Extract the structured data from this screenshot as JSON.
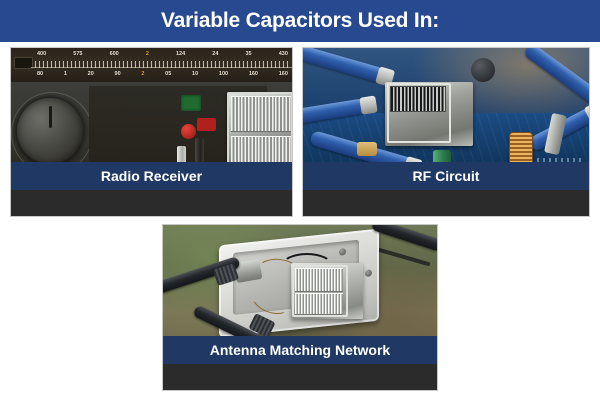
{
  "header": {
    "title": "Variable Capacitors Used In:",
    "background_color": "#26498f",
    "text_color": "#ffffff"
  },
  "theme": {
    "page_background": "#ffffff",
    "caption_background": "#1f3864",
    "caption_text_color": "#ffffff",
    "panel_border_color": "#c8c8c8"
  },
  "panels": [
    {
      "id": "radio-receiver",
      "caption": "Radio Receiver",
      "photo_description": "Vintage radio receiver chassis with illuminated tuning dial scale, large tuning knob and an air-gap variable capacitor"
    },
    {
      "id": "rf-circuit",
      "caption": "RF Circuit",
      "photo_description": "Blue printed circuit board with blue coaxial cables, a metal variable capacitor, copper coil and electrolytic capacitors"
    },
    {
      "id": "antenna-matching-network",
      "caption": "Antenna Matching Network",
      "photo_description": "White weatherproof enclosure mounted outdoors containing a variable capacitor with black coaxial feed cables"
    }
  ],
  "radio_dial": {
    "top_scale": [
      "400",
      "575",
      "600",
      "2",
      "124",
      "24",
      "35",
      "430"
    ],
    "bottom_scale": [
      "80",
      "1",
      "20",
      "90",
      "2",
      "05",
      "10",
      "100",
      "160",
      "160"
    ],
    "highlight_color": "#e8a33a",
    "text_color": "#efe6d2"
  }
}
